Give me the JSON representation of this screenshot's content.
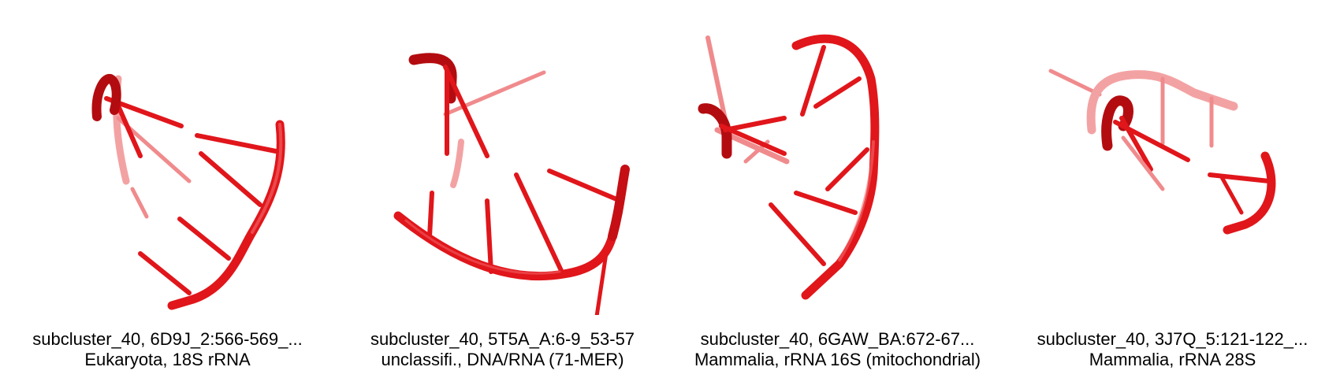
{
  "structures": [
    {
      "title": "subcluster_40, 6D9J_2:566-569_...",
      "subtitle": "Eukaryota, 18S rRNA",
      "icon": "rna-cartoon-icon"
    },
    {
      "title": "subcluster_40, 5T5A_A:6-9_53-57",
      "subtitle": "unclassifi., DNA/RNA (71-MER)",
      "icon": "rna-cartoon-icon"
    },
    {
      "title": "subcluster_40, 6GAW_BA:672-67...",
      "subtitle": "Mammalia, rRNA 16S (mitochondrial)",
      "icon": "rna-cartoon-icon"
    },
    {
      "title": "subcluster_40, 3J7Q_5:121-122_...",
      "subtitle": "Mammalia, rRNA 28S",
      "icon": "rna-cartoon-icon"
    }
  ],
  "colors": {
    "backbone": "#e0161b",
    "backbone_dark": "#b30c10",
    "backbone_faded": "#f08b8d",
    "caption_text": "#000000"
  }
}
